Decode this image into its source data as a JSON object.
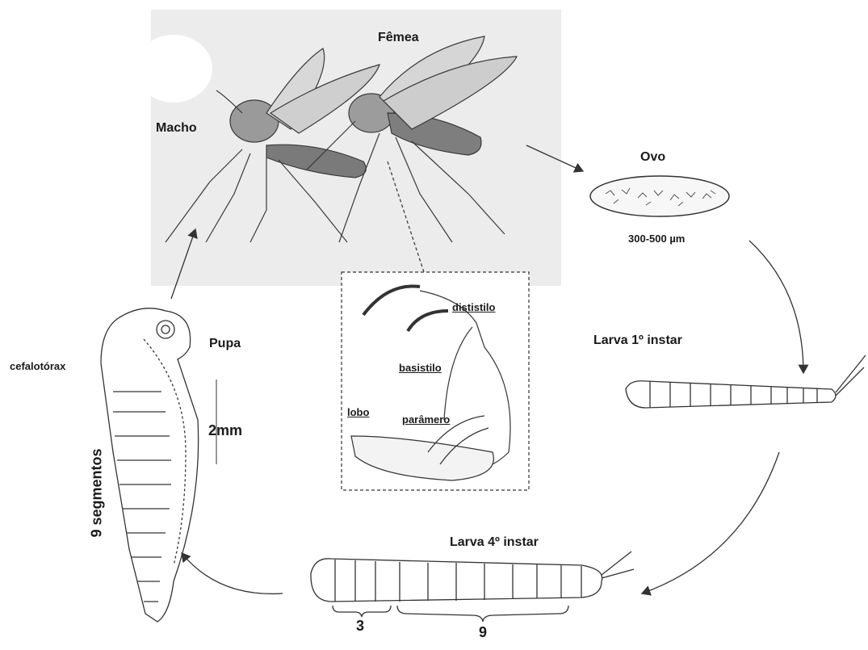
{
  "labels": {
    "femea": "Fêmea",
    "macho": "Macho",
    "ovo": "Ovo",
    "ovo_size": "300-500 µm",
    "larva1": "Larva 1º instar",
    "larva4": "Larva 4º instar",
    "pupa": "Pupa",
    "cefalotorax": "cefalotórax",
    "pupa_size": "2mm",
    "segmentos": "9 segmentos",
    "dististilo": "dististilo",
    "basistilo": "basistilo",
    "lobo": "lobo",
    "paramero": "parâmero",
    "brace_3": "3",
    "brace_9": "9"
  },
  "colors": {
    "ink": "#2a2a2a",
    "photo_bg": "#e9e9e9",
    "line": "#555555"
  }
}
